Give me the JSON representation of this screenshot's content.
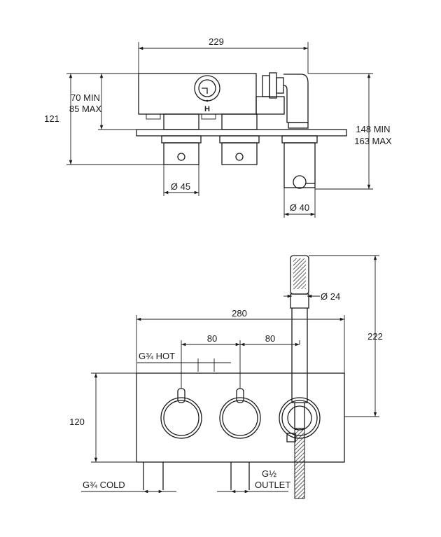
{
  "top_view": {
    "width_label": "229",
    "depth_min_label": "70 MIN",
    "depth_max_label": "85 MAX",
    "height_label": "121",
    "hand_depth_min_label": "148 MIN",
    "hand_depth_max_label": "163 MAX",
    "handle_dia_label": "Ø 45",
    "outlet_dia_label": "Ø 40",
    "marker_letter": "H"
  },
  "front_view": {
    "width_label": "280",
    "spacing_left_label": "80",
    "spacing_right_label": "80",
    "hot_label": "G¾ HOT",
    "cold_label": "G¾ COLD",
    "outlet_size_label": "G½",
    "outlet_label": "OUTLET",
    "height_label": "120",
    "handshower_dia_label": "Ø 24",
    "handshower_height_label": "222"
  }
}
